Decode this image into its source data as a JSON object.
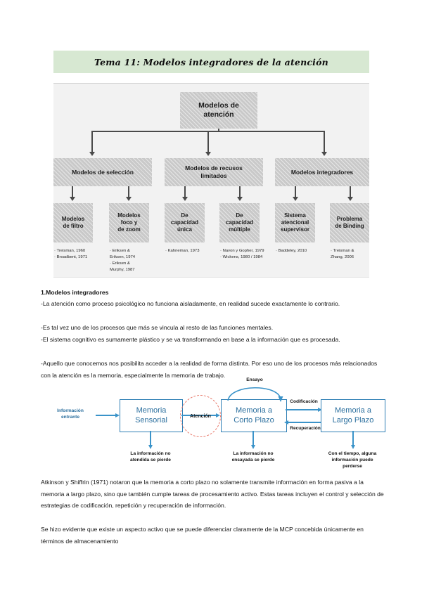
{
  "document": {
    "title": "Tema 11: Modelos integradores de la atención"
  },
  "diagram_models": {
    "root": "Modelos de\natención",
    "level2": [
      "Modelos de selección",
      "Modelos de recusos\nlimitados",
      "Modelos integradores"
    ],
    "level3": [
      "Modelos\nde filtro",
      "Modelos\nfoco y\nde zoom",
      "De\ncapacidad\núnica",
      "De\ncapacidad\nmúltiple",
      "Sistema\natencional\nsupervisor",
      "Problema\nde Binding"
    ],
    "citations": [
      "· Treisman, 1960\n· Broadbent, 1971",
      "· Eriksen &\n   Eriksen, 1974\n· Eriksen &\n   Murphy, 1987",
      "· Kahneman, 1973",
      "· Navon y Gopher, 1979\n· Wickens, 1980 / 1984",
      "· Baddeley, 2010",
      "· Treisman &\n   Zhang, 2006"
    ]
  },
  "section1": {
    "heading": "1.Modelos integradores",
    "bullets": [
      "-La atención como proceso psicológico no funciona aisladamente, en realidad sucede exactamente lo contrario.",
      "-Es tal vez uno de los procesos que más se vincula al resto de las funciones mentales.",
      "-El sistema cognitivo es sumamente plástico y se va transformando en base a la información que es procesada.",
      "-Aquello que conocemos nos posibilita acceder a la realidad de forma distinta. Por eso uno de los procesos más relacionados con la atención es la memoria, especialmente la memoria de trabajo."
    ]
  },
  "diagram_memory": {
    "input_label": "Información\nentrante",
    "boxes": [
      {
        "line1": "Memoria",
        "line2": "Sensorial"
      },
      {
        "line1": "Memoria a",
        "line2": "Corto Plazo"
      },
      {
        "line1": "Memoria a",
        "line2": "Largo Plazo"
      }
    ],
    "attention_label": "Atención",
    "rehearsal_label": "Ensayo",
    "encoding_label": "Codificación",
    "retrieval_label": "Recuperación",
    "loss_labels": [
      "La información no\natendida se pierde",
      "La información no\nensayada se pierde",
      "Con el tiempo, alguna\ninformación puede\nperderse"
    ],
    "colors": {
      "box_border": "#2f7fb5",
      "arrow": "#3a93c9",
      "attention_circle": "#e8796b"
    }
  },
  "closing": {
    "paragraph1": "Atkinson y Shiffrin (1971) notaron que la memoria a corto plazo no solamente transmite información en forma pasiva a la memoria a largo plazo, sino que también cumple tareas de procesamiento activo. Estas tareas incluyen el control y selección de estrategias de codificación, repetición y recuperación de información.",
    "paragraph2": "Se hizo evidente que existe un aspecto activo que se puede diferenciar claramente de la MCP concebida únicamente en términos de almacenamiento"
  }
}
